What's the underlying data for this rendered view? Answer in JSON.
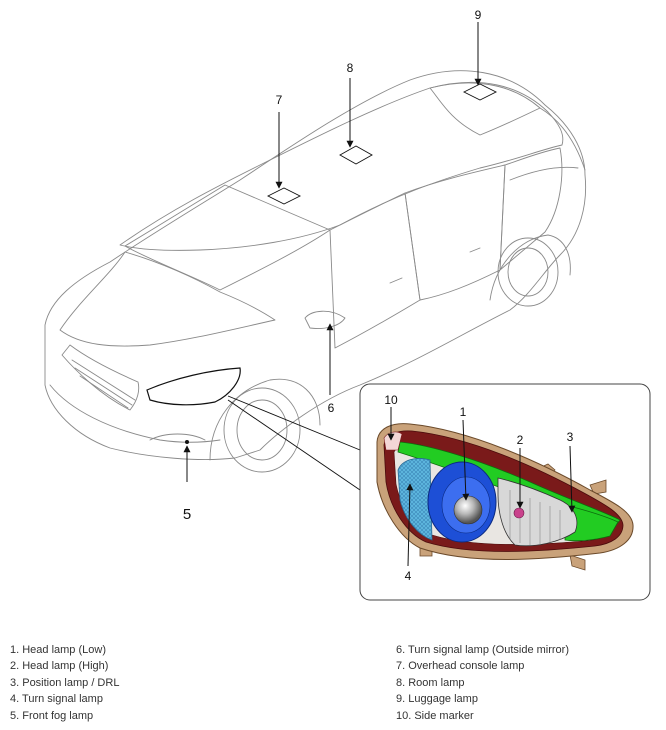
{
  "callouts": {
    "c1": "1",
    "c2": "2",
    "c3": "3",
    "c4": "4",
    "c5": "5",
    "c6": "6",
    "c7": "7",
    "c8": "8",
    "c9": "9",
    "c10": "10"
  },
  "legend_left": [
    "1. Head lamp (Low)",
    "2. Head lamp (High)",
    "3. Position lamp / DRL",
    "4. Turn signal lamp",
    "5. Front fog lamp"
  ],
  "legend_right": [
    "6. Turn signal lamp (Outside mirror)",
    "7. Overhead console lamp",
    "8. Room lamp",
    "9. Luggage lamp",
    "10. Side marker"
  ],
  "colors": {
    "housing": "#7a1a1a",
    "bezel": "#c9a27a",
    "low_beam": "#1d4fd6",
    "drl_strip": "#22cc22",
    "turn_lens": "#4aa8d8"
  }
}
